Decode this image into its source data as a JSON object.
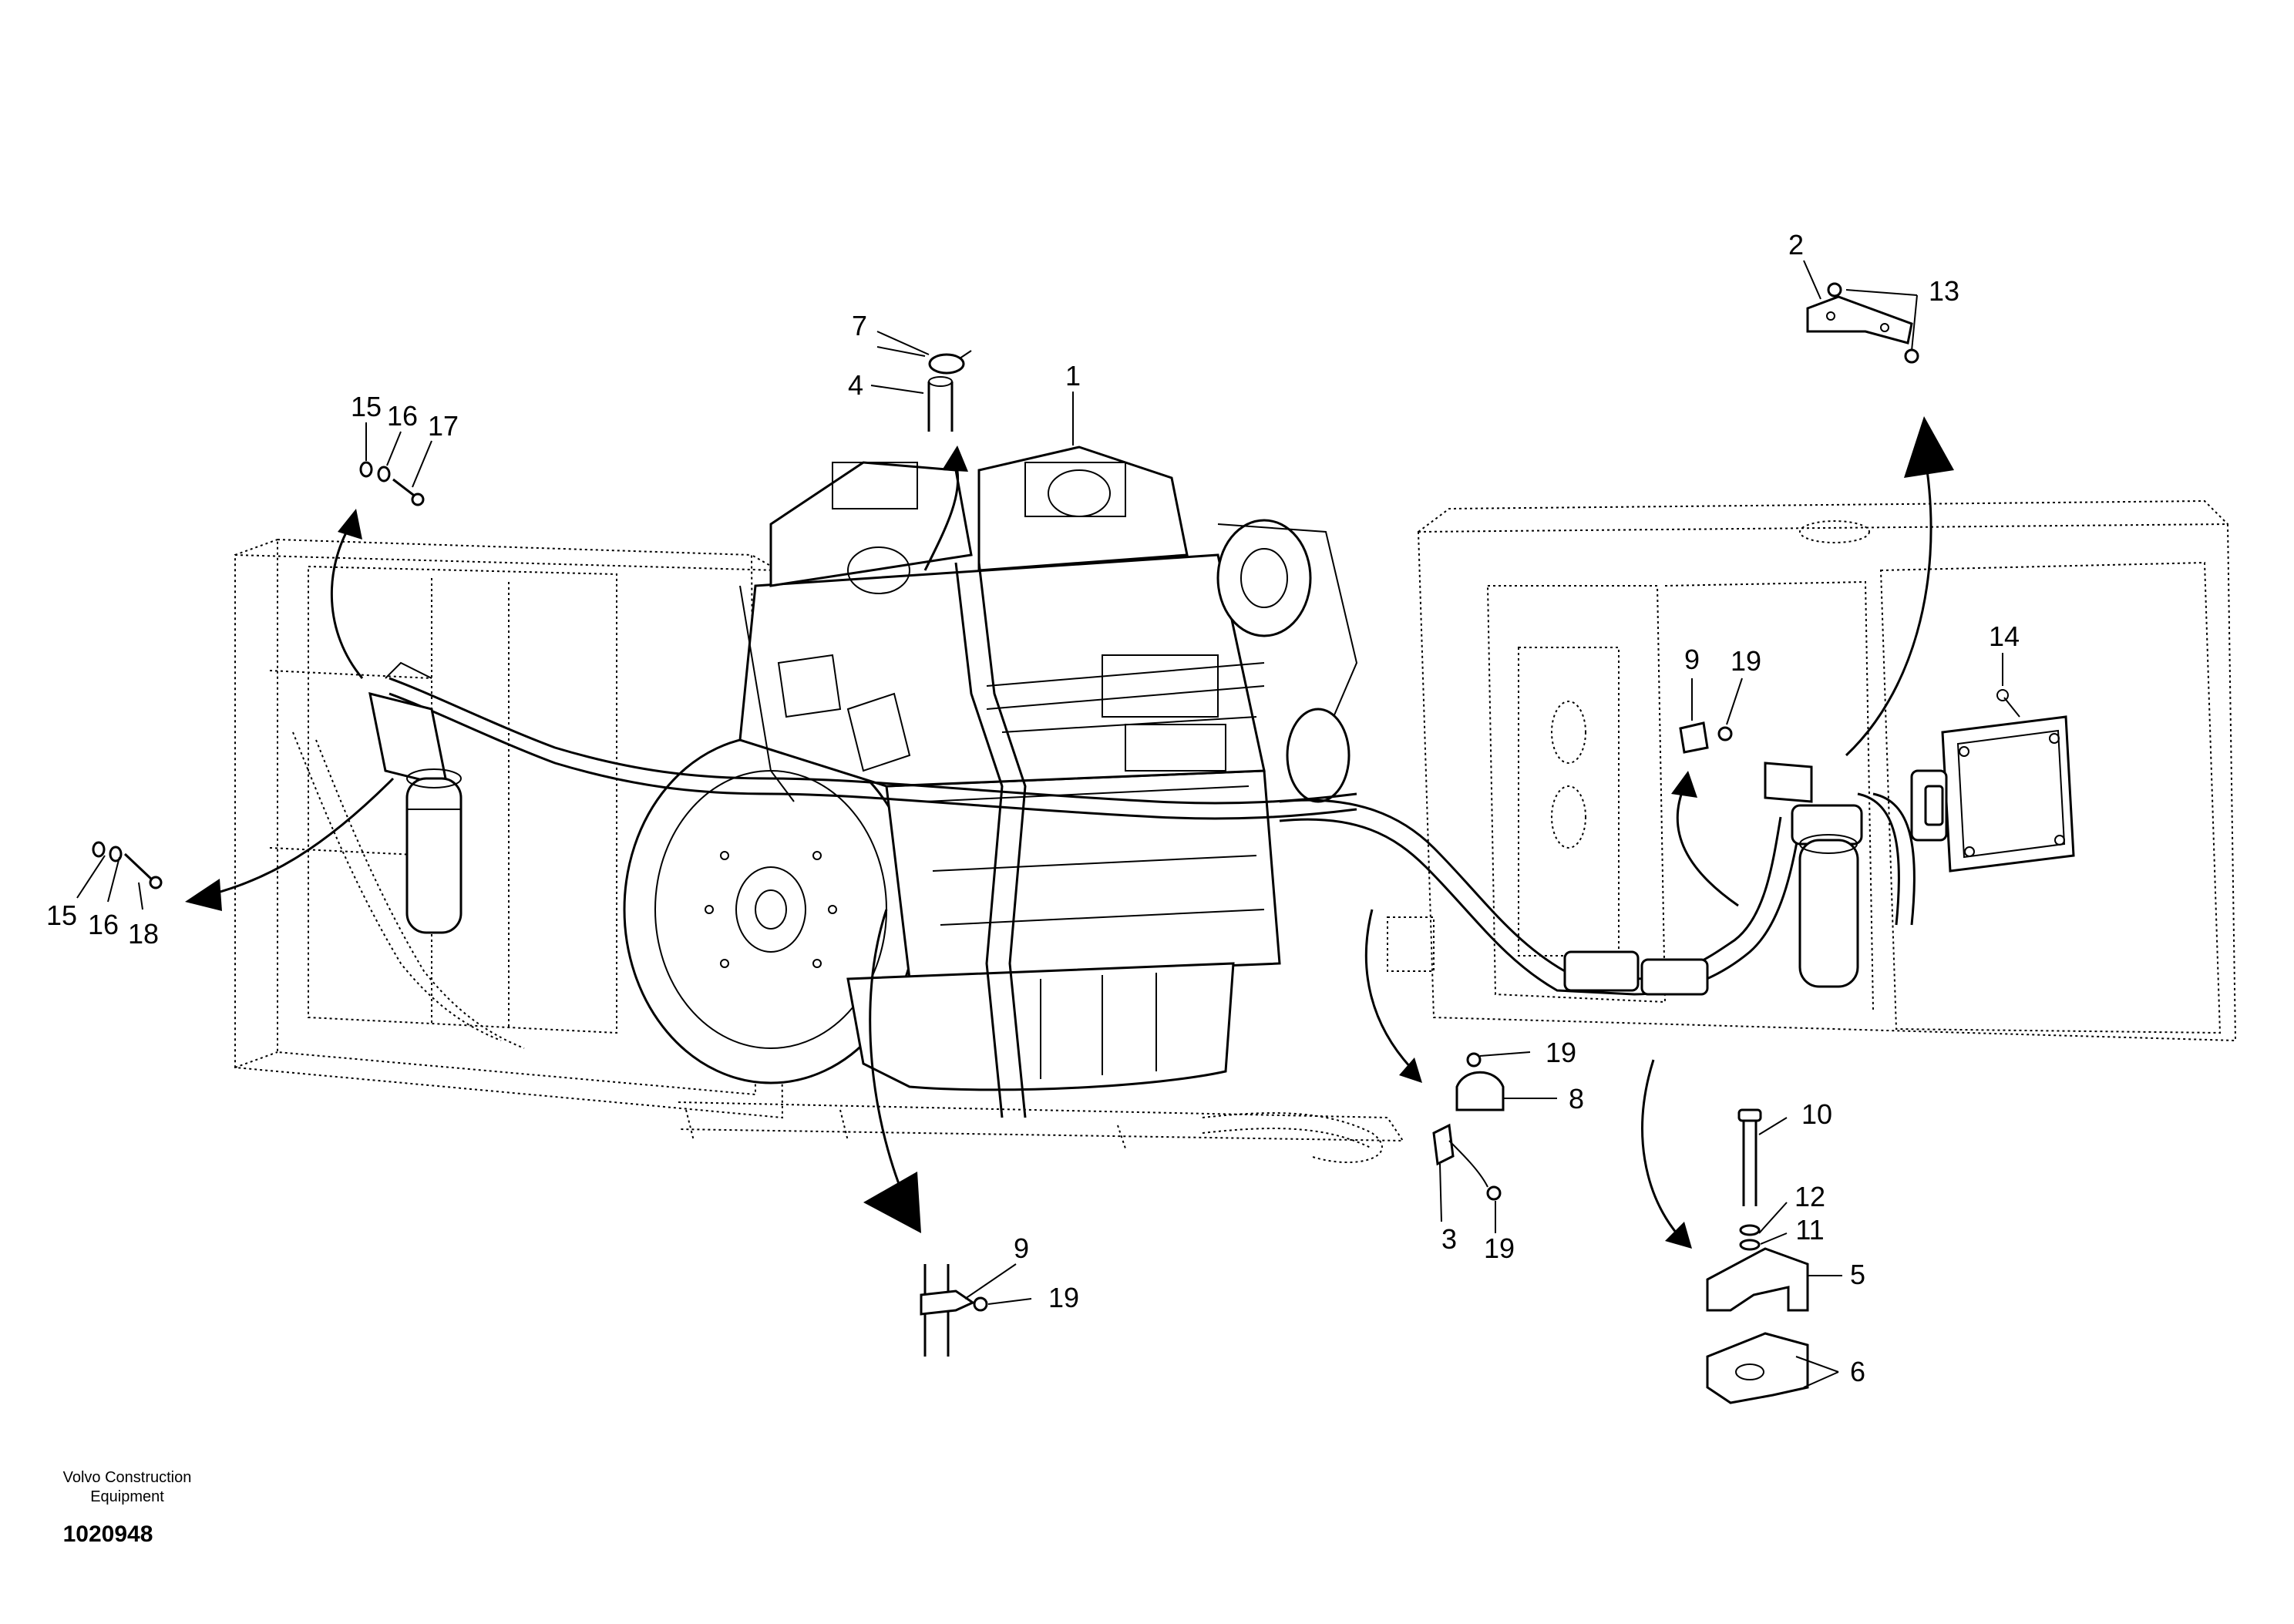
{
  "callouts": [
    {
      "id": "c1",
      "text": "1"
    },
    {
      "id": "c2",
      "text": "2"
    },
    {
      "id": "c3",
      "text": "3"
    },
    {
      "id": "c4",
      "text": "4"
    },
    {
      "id": "c5",
      "text": "5"
    },
    {
      "id": "c6",
      "text": "6"
    },
    {
      "id": "c7",
      "text": "7"
    },
    {
      "id": "c8",
      "text": "8"
    },
    {
      "id": "c9a",
      "text": "9"
    },
    {
      "id": "c9b",
      "text": "9"
    },
    {
      "id": "c10",
      "text": "10"
    },
    {
      "id": "c11",
      "text": "11"
    },
    {
      "id": "c12",
      "text": "12"
    },
    {
      "id": "c13",
      "text": "13"
    },
    {
      "id": "c14",
      "text": "14"
    },
    {
      "id": "c15a",
      "text": "15"
    },
    {
      "id": "c15b",
      "text": "15"
    },
    {
      "id": "c16a",
      "text": "16"
    },
    {
      "id": "c16b",
      "text": "16"
    },
    {
      "id": "c17",
      "text": "17"
    },
    {
      "id": "c18",
      "text": "18"
    },
    {
      "id": "c19a",
      "text": "19"
    },
    {
      "id": "c19b",
      "text": "19"
    },
    {
      "id": "c19c",
      "text": "19"
    },
    {
      "id": "c19d",
      "text": "19"
    }
  ],
  "footer": {
    "brand_line1": "Volvo Construction",
    "brand_line2": "Equipment",
    "document_number": "1020948"
  }
}
